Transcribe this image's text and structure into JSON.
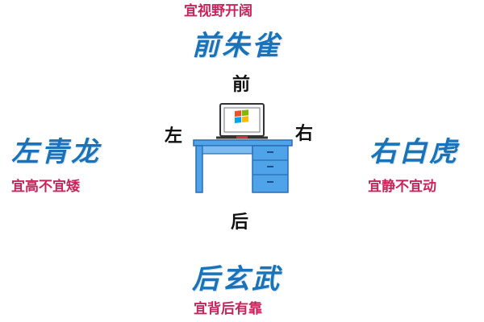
{
  "front": {
    "advice": "宜视野开阔",
    "beast": "前朱雀",
    "direction": "前"
  },
  "left": {
    "beast": "左青龙",
    "advice": "宜高不宜矮",
    "direction": "左"
  },
  "right": {
    "beast": "右白虎",
    "advice": "宜静不宜动",
    "direction": "右"
  },
  "back": {
    "direction": "后",
    "beast": "后玄武",
    "advice": "宜背后有靠"
  },
  "illustration": {
    "desk": "desk-with-drawers",
    "monitor": "laptop-monitor",
    "screen_icon": "windows-logo-icon"
  },
  "colors": {
    "beast_text": "#1a73b8",
    "advice_text": "#c8245a",
    "direction_text": "#111111",
    "desk_fill": "#4fa3e8",
    "desk_outline": "#2b6db3"
  }
}
